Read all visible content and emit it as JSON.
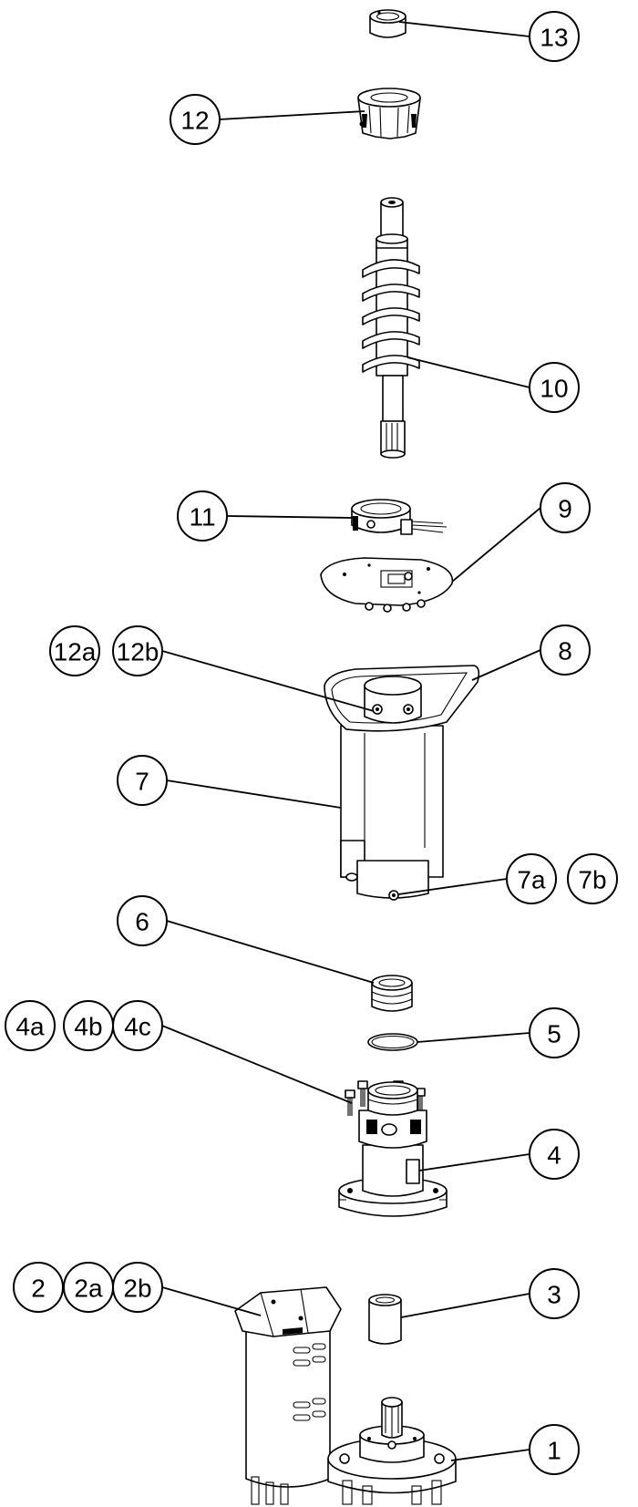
{
  "callouts": {
    "c13": "13",
    "c12": "12",
    "c10": "10",
    "c11": "11",
    "c9": "9",
    "c12a": "12a",
    "c12b": "12b",
    "c8": "8",
    "c7": "7",
    "c7a": "7a",
    "c7b": "7b",
    "c6": "6",
    "c4a": "4a",
    "c4b": "4b",
    "c4c": "4c",
    "c5": "5",
    "c4": "4",
    "c2": "2",
    "c2a": "2a",
    "c2b": "2b",
    "c3": "3",
    "c1": "1"
  }
}
